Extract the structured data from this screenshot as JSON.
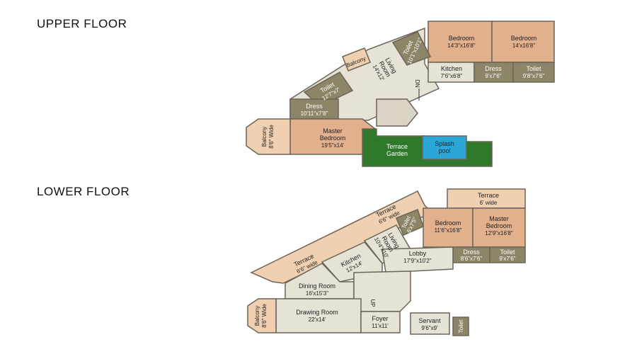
{
  "upper_floor": {
    "title": "UPPER FLOOR",
    "rooms": {
      "bedroom1": {
        "name": "Bedroom",
        "size": "14'3\"x16'8\""
      },
      "bedroom2": {
        "name": "Bedroom",
        "size": "14'x16'8\""
      },
      "toilet_top": {
        "name": "Toilet",
        "size": "10'1\"x10'1\""
      },
      "balcony_top": {
        "name": "Balcony"
      },
      "living": {
        "name": "Living",
        "name2": "Room",
        "size": "14'x12'"
      },
      "kitchen": {
        "name": "Kitchen",
        "size": "7'6\"x6'8\""
      },
      "dress1": {
        "name": "Dress",
        "size": "9'x7'6\""
      },
      "toilet_right": {
        "name": "Toilet",
        "size": "9'8\"x7'6\""
      },
      "toilet_diag": {
        "name": "Toilet",
        "size": "12'7\"x7'"
      },
      "dn": {
        "name": "DN"
      },
      "dress2": {
        "name": "Dress",
        "size": "10'11\"x7'8\""
      },
      "balcony_left": {
        "name": "Balcony",
        "size": "8'6\" Wide"
      },
      "master": {
        "name": "Master",
        "name2": "Bedroom",
        "size": "19'5\"x14'"
      },
      "terrace_garden": {
        "name": "Terrace",
        "name2": "Garden"
      },
      "splash_pool": {
        "name": "Splash",
        "name2": "pool"
      }
    }
  },
  "lower_floor": {
    "title": "LOWER FLOOR",
    "rooms": {
      "terrace_top": {
        "name": "Terrace",
        "size": "6' wide"
      },
      "terrace_diag1": {
        "name": "Terrace",
        "size": "6'6\" wide"
      },
      "terrace_diag2": {
        "name": "Terrace",
        "size": "6'6\" wide"
      },
      "toilet_small": {
        "name": "Toilet",
        "size": "6'x7'5\""
      },
      "bedroom": {
        "name": "Bedroom",
        "size": "11'6\"x16'8\""
      },
      "master": {
        "name": "Master",
        "name2": "Bedroom",
        "size": "12'9\"x16'8\""
      },
      "living": {
        "name": "Living",
        "name2": "Room",
        "size": "10'4\"x10'"
      },
      "kitchen": {
        "name": "Kitchen",
        "size": "12'x14'"
      },
      "lobby": {
        "name": "Lobby",
        "size": "17'9\"x10'2\""
      },
      "dress": {
        "name": "Dress",
        "size": "8'6\"x7'6\""
      },
      "toilet": {
        "name": "Toilet",
        "size": "9'x7'6\""
      },
      "dining": {
        "name": "Dining Room",
        "size": "16'x15'3\""
      },
      "drawing": {
        "name": "Drawing Room",
        "size": "22'x14'"
      },
      "balcony": {
        "name": "Balcony",
        "size": "8'6\" Wide"
      },
      "up": {
        "name": "UP"
      },
      "foyer": {
        "name": "Foyer",
        "size": "11'x11'"
      },
      "servant": {
        "name": "Servant",
        "size": "9'6\"x9'"
      },
      "toilet_servant": {
        "name": "Toilet"
      }
    }
  },
  "colors": {
    "bedroom": "#e3b08e",
    "toilet": "#8c8567",
    "living": "#e6e2d6",
    "terrace": "#f0d0b0",
    "garden": "#2f7a2a",
    "pool": "#2aa6d8",
    "wall": "#6b6558"
  }
}
